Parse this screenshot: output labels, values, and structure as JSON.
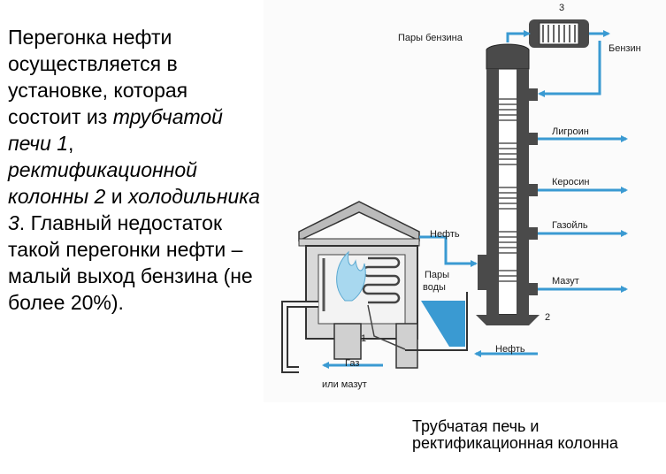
{
  "text": {
    "p1": "Перегонка нефти осуществляется в установке, которая состоит из ",
    "i1": "трубчатой печи 1",
    "p2": ", ",
    "i2": "ректификационной колонны 2",
    "p3": " и ",
    "i3": "холодильника 3",
    "p4": ". Главный недостаток такой перегонки нефти – малый выход бензина (не более 20%)."
  },
  "caption": "Трубчатая печь и ректификационная колонна",
  "diagram": {
    "labels": {
      "vapors": "Пары бензина",
      "gasoline": "Бензин",
      "ligroin": "Лигроин",
      "kerosene": "Керосин",
      "gasoil": "Газойль",
      "fuel_oil": "Мазут",
      "oil_in": "Нефть",
      "water_vapor_1": "Пары",
      "water_vapor_2": "воды",
      "oil_bottom": "Нефть",
      "gas_1": "Газ",
      "gas_2": "или мазут",
      "n1": "1",
      "n2": "2",
      "n3": "3"
    },
    "colors": {
      "flow": "#3a9ad2",
      "flame": "#a8d8ef",
      "steel": "#3b3b3b",
      "furnace": "#d8d8d8"
    }
  }
}
